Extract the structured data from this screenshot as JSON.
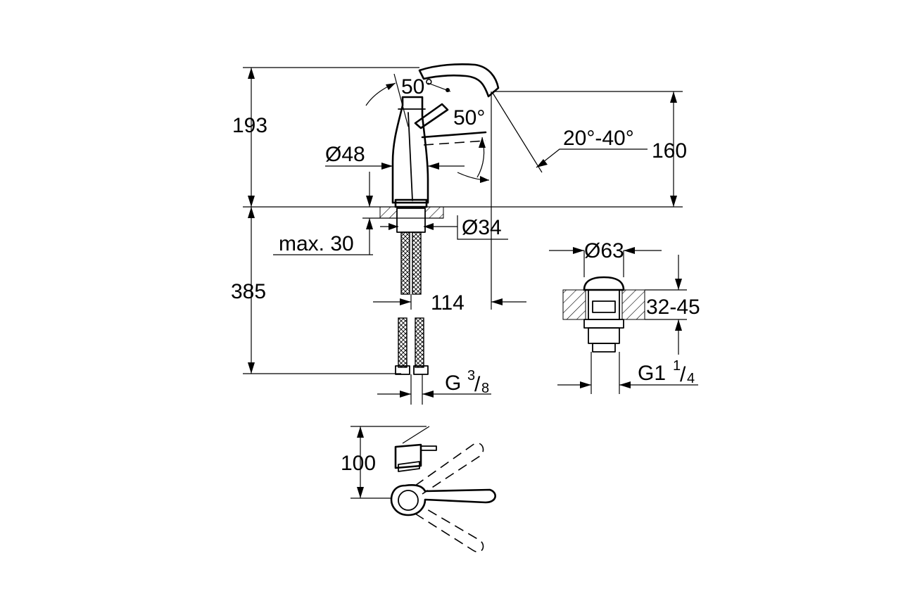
{
  "labels": {
    "height_total": "193",
    "spout_angle_top": "50°",
    "spout_angle_side": "50°",
    "spout_swivel": "20°-40°",
    "spout_height": "160",
    "body_diameter": "Ø48",
    "base_diameter": "Ø34",
    "max_deck": "max. 30",
    "hose_length": "385",
    "projection": "114",
    "connection_main": "G",
    "connection_num": "3",
    "connection_den": "8",
    "waste_diameter": "Ø63",
    "waste_deck": "32-45",
    "waste_thread_main": "G1",
    "waste_thread_num": "1",
    "waste_thread_den": "4",
    "plan_depth": "100"
  }
}
